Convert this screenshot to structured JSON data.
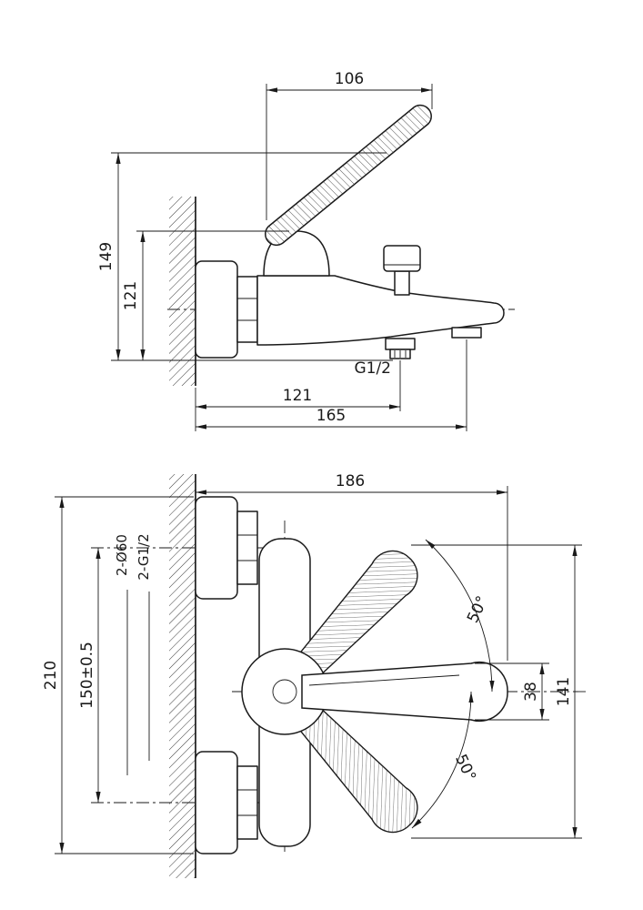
{
  "drawing": {
    "kind": "bath-mixer-installation-dimensions",
    "colors": {
      "line": "#1a1a1a",
      "background": "#ffffff"
    }
  },
  "side_view": {
    "dim_spout_reach": "106",
    "dim_height_total": "149",
    "dim_height_spout": "121",
    "thread_label": "G1/2",
    "dim_wall_to_outlet": "121",
    "dim_wall_to_tip": "165"
  },
  "front_view": {
    "dim_width_total": "186",
    "flange_note": "2-Ø60",
    "thread_note": "2-G1/2",
    "dim_height_total": "210",
    "dim_centers": "150±0.5",
    "angle_upper": "50°",
    "angle_lower": "50°",
    "dim_lever_width": "38",
    "dim_lever_span": "141"
  }
}
